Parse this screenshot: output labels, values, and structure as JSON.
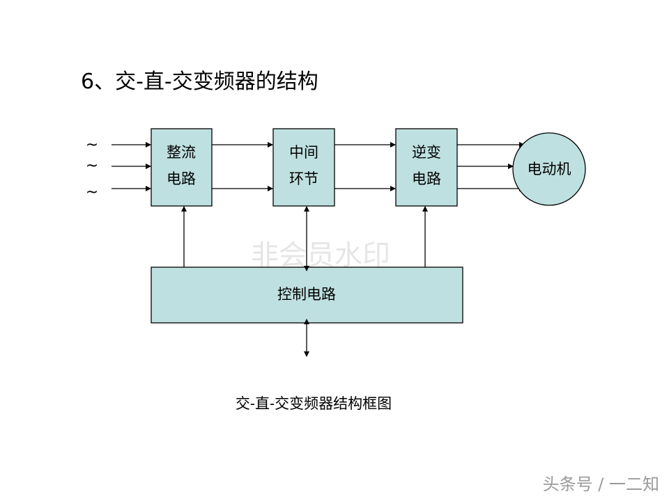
{
  "title": "6、交-直-交变频器的结构",
  "caption": "交-直-交变频器结构框图",
  "watermark": "非会员水印",
  "credit": "头条号 / 一二知",
  "colors": {
    "block_fill": "#bfe0e0",
    "stroke": "#000000"
  },
  "diagram": {
    "ac_input_symbols": [
      "~",
      "~",
      "~"
    ],
    "blocks": {
      "rectifier": {
        "line1": "整流",
        "line2": "电路"
      },
      "intermediate": {
        "line1": "中间",
        "line2": "环节"
      },
      "inverter": {
        "line1": "逆变",
        "line2": "电路"
      },
      "control": {
        "label": "控制电路"
      }
    },
    "motor": {
      "label": "电动机"
    }
  }
}
